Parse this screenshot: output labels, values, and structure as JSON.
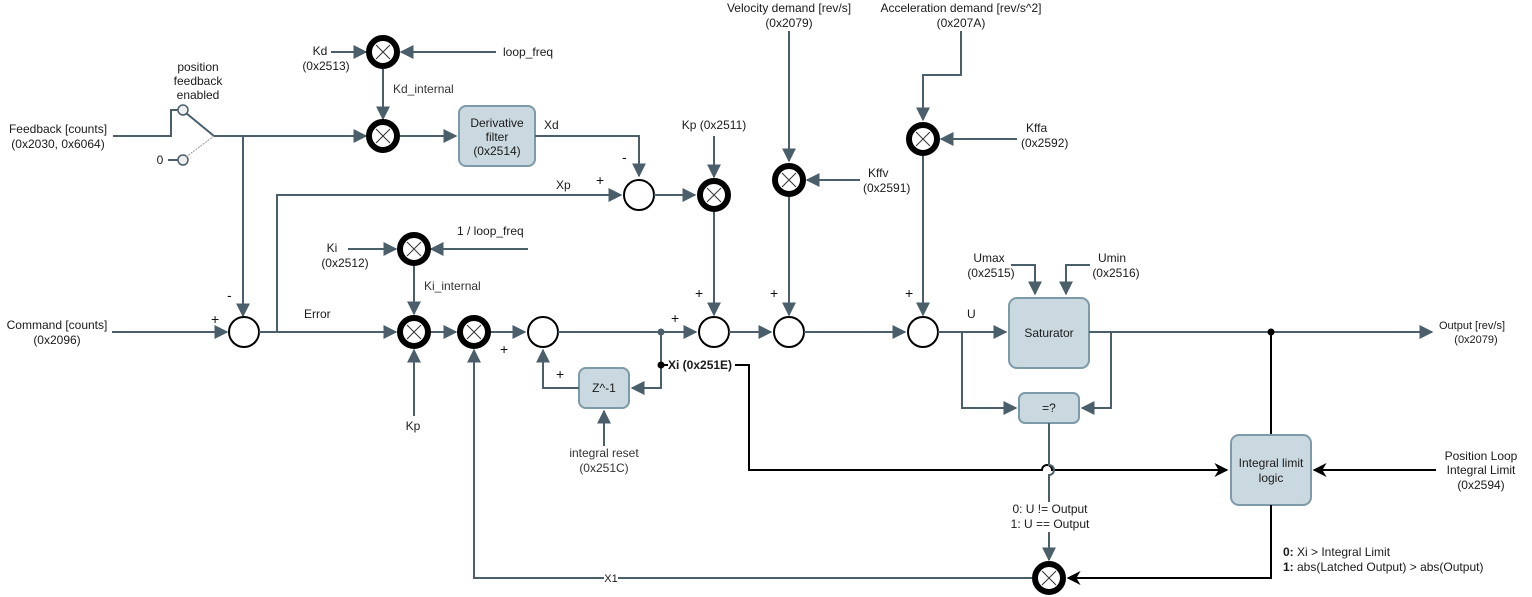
{
  "diagram": {
    "title": "Position loop PID control block diagram",
    "inputs": {
      "feedback": [
        "Feedback [counts]",
        "(0x2030, 0x6064)"
      ],
      "command": [
        "Command [counts]",
        "(0x2096)"
      ],
      "zero": "0",
      "switch_label": [
        "position",
        "feedback",
        "enabled"
      ],
      "kd": [
        "Kd",
        "(0x2513)"
      ],
      "loop_freq": "loop_freq",
      "kd_internal": "Kd_internal",
      "kp_top": "Kp (0x2511)",
      "ki": [
        "Ki",
        "(0x2512)"
      ],
      "inv_loop_freq": "1 / loop_freq",
      "ki_internal": "Ki_internal",
      "kp_bottom": "Kp",
      "velocity_demand": [
        "Velocity demand [rev/s]",
        "(0x2079)"
      ],
      "acceleration_demand": [
        "Acceleration demand [rev/s^2]",
        "(0x207A)"
      ],
      "kffv": [
        "Kffv",
        "(0x2591)"
      ],
      "kffa": [
        "Kffa",
        "(0x2592)"
      ],
      "umax": [
        "Umax",
        "(0x2515)"
      ],
      "umin": [
        "Umin",
        "(0x2516)"
      ],
      "integral_reset": [
        "integral reset",
        "(0x251C)"
      ],
      "position_loop_limit": [
        "Position Loop",
        "Integral Limit",
        "(0x2594)"
      ]
    },
    "blocks": {
      "derivative_filter": [
        "Derivative",
        "filter",
        "(0x2514)"
      ],
      "delay": "Z^-1",
      "saturator": "Saturator",
      "compare": "=?",
      "integral_limit_logic": [
        "Integral limit",
        "logic"
      ]
    },
    "signals": {
      "xd": "Xd",
      "xp": "Xp",
      "error": "Error",
      "xi": "Xi (0x251E)",
      "u": "U",
      "x1": "X1",
      "output": [
        "Output [rev/s]",
        "(0x2079)"
      ]
    },
    "signs": {
      "plus": "+",
      "minus": "-"
    },
    "notes": {
      "compare_states": [
        "0: U != Output",
        "1: U == Output"
      ],
      "limit_states": [
        {
          "key": "0:",
          "text": " Xi > Integral Limit"
        },
        {
          "key": "1:",
          "text": " abs(Latched Output) > abs(Output)"
        }
      ]
    },
    "colors": {
      "wire": "#4b5f6b",
      "block_fill": "#cad8df",
      "block_stroke": "#7d9aa8"
    }
  }
}
